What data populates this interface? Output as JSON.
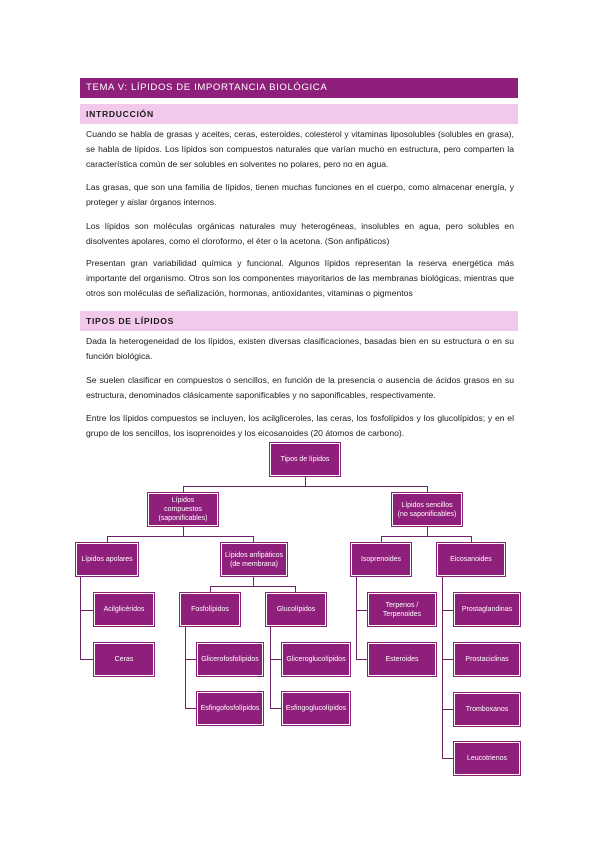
{
  "title": "TEMA V: LÍPIDOS DE IMPORTANCIA BIOLÓGICA",
  "sections": [
    {
      "heading": "INTRDUCCIÓN",
      "paragraphs": [
        "Cuando se habla de grasas y aceites, ceras, esteroides, colesterol y vitaminas liposolubles (solubles en grasa), se habla de lípidos. Los lípidos son compuestos naturales que varían mucho en estructura, pero comparten la característica común de ser solubles en solventes no polares, pero no en agua.",
        "Las grasas, que son una familia de lípidos, tienen muchas funciones en el cuerpo, como almacenar energía, y proteger y aislar órganos internos.",
        "Los lípidos son moléculas orgánicas naturales muy heterogéneas, insolubles en agua, pero solubles en disolventes apolares, como el cloroformo, el éter o la acetona. (Son anfipáticos)",
        "Presentan gran variabilidad química y funcional. Algunos lípidos representan la reserva energética más importante del organismo. Otros son los componentes mayoritarios de las membranas biológicas, mientras que otros son moléculas de señalización, hormonas, antioxidantes, vitaminas o pigmentos"
      ]
    },
    {
      "heading": "TIPOS DE LÍPIDOS",
      "paragraphs": [
        "Dada la heterogeneidad de los lípidos, existen diversas clasificaciones, basadas bien en su estructura o en su función biológica.",
        "Se suelen clasificar en compuestos o sencillos, en función de la presencia o ausencia de ácidos grasos en su estructura, denominados clásicamente saponificables y no saponificables, respectivamente.",
        "Entre los lípidos compuestos se incluyen, los acilgliceroles, las ceras, los fosfolípidos y los glucolípidos; y en el grupo de los sencillos, los isoprenoides y los eicosanoides (20 átomos de carbono)."
      ]
    }
  ],
  "diagram": {
    "root": "Tipos de lípidos",
    "compuestos": "Lípidos compuestos (saponificables)",
    "sencillos": "Lípidos sencillos (no saponificables)",
    "apolares": "Lípidos apolares",
    "anfipaticos": "Lípidos anfipáticos (de membrana)",
    "acilgliceridos": "Acilglicéridos",
    "ceras": "Ceras",
    "fosfolipidos": "Fosfolípidos",
    "glucolipidos": "Glucolípidos",
    "glicerofosfolipidos": "Glicerofosfolípidos",
    "esfingofosfolipidos": "Esfingofosfolípidos",
    "gliceroglucolipidos": "Gliceroglucolípidos",
    "esfingoglucolipidos": "Esfingoglucolípidos",
    "isoprenoides": "Isoprenoides",
    "eicosanoides": "Eicosanoides",
    "terpenos": "Terpenos / Terpenoides",
    "esteroides": "Esteroides",
    "prostaglandinas": "Prostaglandinas",
    "prostaciclinas": "Prostaciclinas",
    "tromboxanos": "Tromboxanos",
    "leucotrienos": "Leucotrienos"
  },
  "colors": {
    "accent": "#8e1f7a",
    "section_bg": "#f2c9ea",
    "line": "#6b2463"
  }
}
